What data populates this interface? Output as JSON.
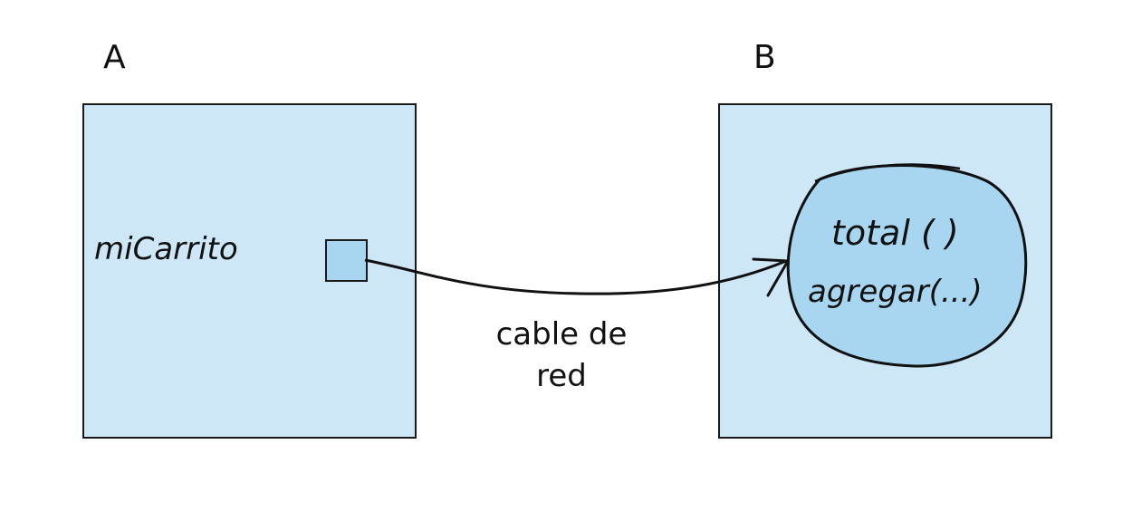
{
  "machines": {
    "a": {
      "label": "A"
    },
    "b": {
      "label": "B"
    }
  },
  "reference": {
    "name": "miCarrito"
  },
  "object": {
    "methods": [
      "total ( )",
      "agregar(...)"
    ]
  },
  "connection": {
    "label_line1": "cable de",
    "label_line2": "red"
  },
  "colors": {
    "box_fill": "#cde7f6",
    "object_fill": "#a8d5ef",
    "stroke": "#1a1a1a"
  }
}
